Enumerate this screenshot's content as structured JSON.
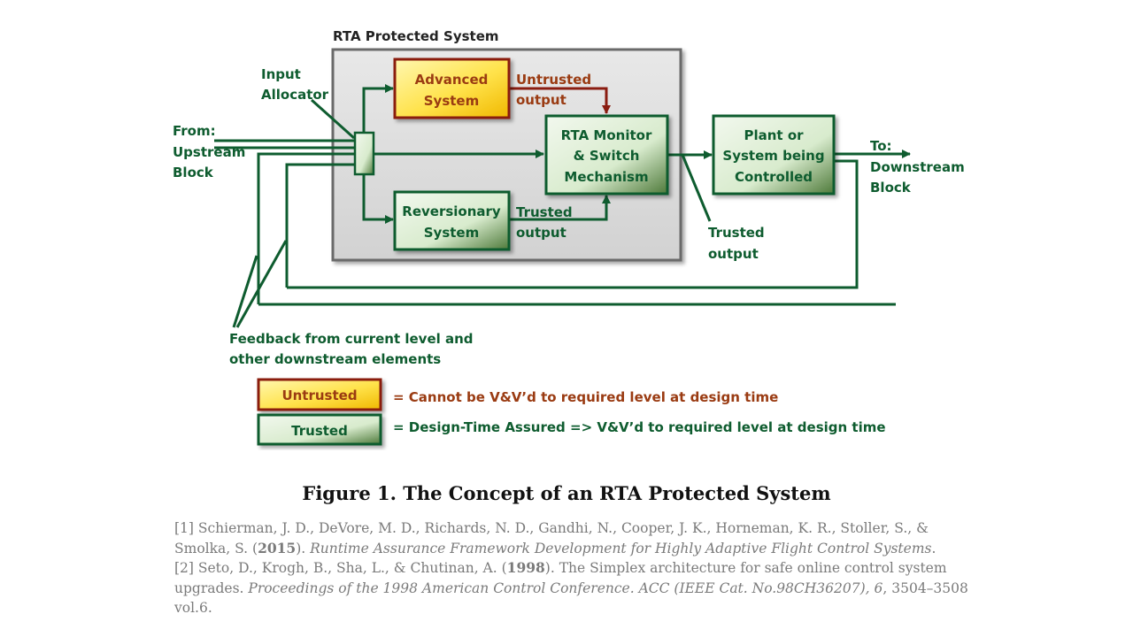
{
  "diagram": {
    "container_title": "RTA Protected System",
    "input_allocator": [
      "Input",
      "Allocator"
    ],
    "from_upstream": [
      "From:",
      "Upstream",
      "Block"
    ],
    "advanced": [
      "Advanced",
      "System"
    ],
    "untrusted_output": [
      "Untrusted",
      "output"
    ],
    "rta_monitor": [
      "RTA Monitor",
      "& Switch",
      "Mechanism"
    ],
    "reversionary": [
      "Reversionary",
      "System"
    ],
    "trusted_output_1": [
      "Trusted",
      "output"
    ],
    "plant": [
      "Plant or",
      "System being",
      "Controlled"
    ],
    "to_downstream": [
      "To:",
      "Downstream",
      "Block"
    ],
    "trusted_output_2": [
      "Trusted",
      "output"
    ],
    "feedback": [
      "Feedback from current level and",
      "other downstream elements"
    ]
  },
  "legend": {
    "untrusted_box": "Untrusted",
    "untrusted_desc": "= Cannot be V&V’d to required level at design time",
    "trusted_box": "Trusted",
    "trusted_desc": "= Design-Time Assured => V&V’d to required level at design time"
  },
  "colors": {
    "trusted_green": "#0e5c2f",
    "untrusted_red": "#8a1c10",
    "untrusted_text": "#9a3b12",
    "container_gray": "#d9d9d9"
  },
  "caption": "Figure 1. The Concept of an RTA Protected System",
  "references": {
    "ref1": {
      "part1": "[1] Schierman, J. D., DeVore, M. D., Richards, N. D., Gandhi, N., Cooper, J. K., Horneman, K. R., Stoller, S., & Smolka, S. (",
      "year": "2015",
      "part2": "). ",
      "title": "Runtime Assurance Framework Development for Highly Adaptive Flight Control Systems",
      "part3": "."
    },
    "ref2": {
      "part1": "[2] Seto, D., Krogh, B., Sha, L., & Chutinan, A. (",
      "year": "1998",
      "part2": "). The Simplex architecture for safe online control system upgrades. ",
      "title": "Proceedings of the 1998 American Control Conference. ACC (IEEE Cat. No.98CH36207), 6",
      "part3": ", 3504–3508 vol.6."
    }
  }
}
